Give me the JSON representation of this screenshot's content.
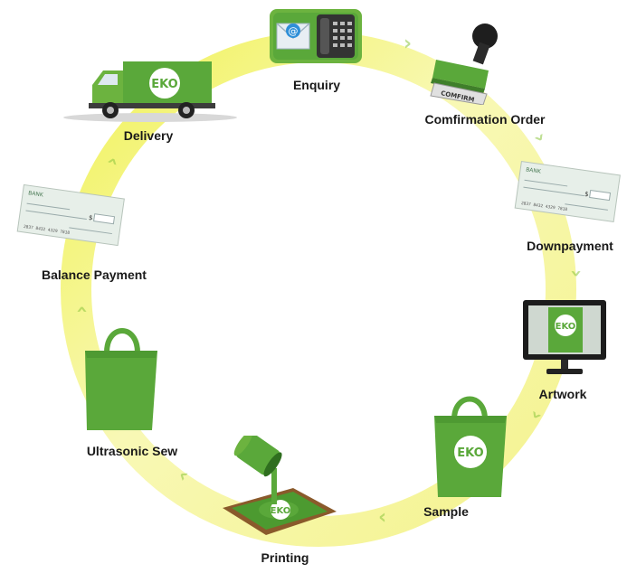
{
  "diagram": {
    "steps": [
      {
        "id": "enquiry",
        "label": "Enquiry"
      },
      {
        "id": "confirmation",
        "label": "Comfirmation Order"
      },
      {
        "id": "downpayment",
        "label": "Downpayment"
      },
      {
        "id": "artwork",
        "label": "Artwork"
      },
      {
        "id": "sample",
        "label": "Sample"
      },
      {
        "id": "printing",
        "label": "Printing"
      },
      {
        "id": "ultrasonic",
        "label": "Ultrasonic Sew"
      },
      {
        "id": "balance",
        "label": "Balance Payment"
      },
      {
        "id": "delivery",
        "label": "Delivery"
      }
    ],
    "brand": "EKO",
    "stamp_text": "COMFIRM",
    "cheque_bank": "BANK",
    "cheque_currency": "$",
    "cheque_numbers": "2837 8432 4329 7818",
    "colors": {
      "ring": "#f3f15a",
      "brand_green": "#5aa83a",
      "dark_green": "#3f7f2a",
      "arrow": "#8cc63f"
    }
  }
}
